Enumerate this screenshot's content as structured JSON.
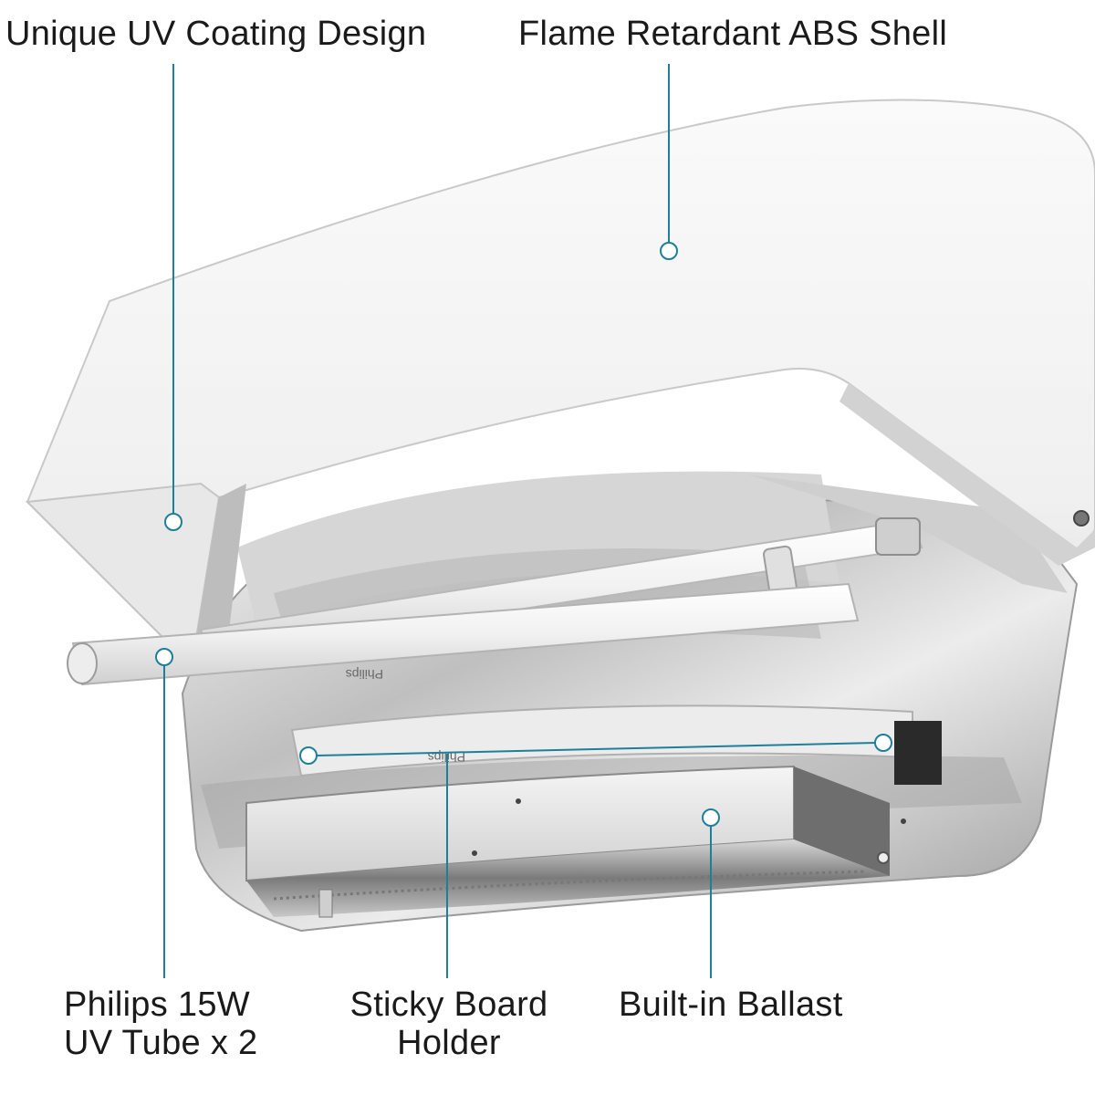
{
  "callouts": {
    "uv_coating": {
      "text": "Unique UV Coating Design"
    },
    "abs_shell": {
      "text": "Flame Retardant ABS Shell"
    },
    "uv_tube": {
      "line1": "Philips 15W",
      "line2": "UV Tube x 2"
    },
    "sticky_board": {
      "line1": "Sticky Board",
      "line2": "Holder"
    },
    "ballast": {
      "text": "Built-in Ballast"
    }
  },
  "tube_print": {
    "text": "Philips"
  },
  "colors": {
    "callout_line": "#1f7f9a",
    "shell_white": "#f3f3f3",
    "steel_light": "#e4e4e4",
    "steel_dark": "#8a8a8a",
    "text": "#1a1a1a"
  }
}
